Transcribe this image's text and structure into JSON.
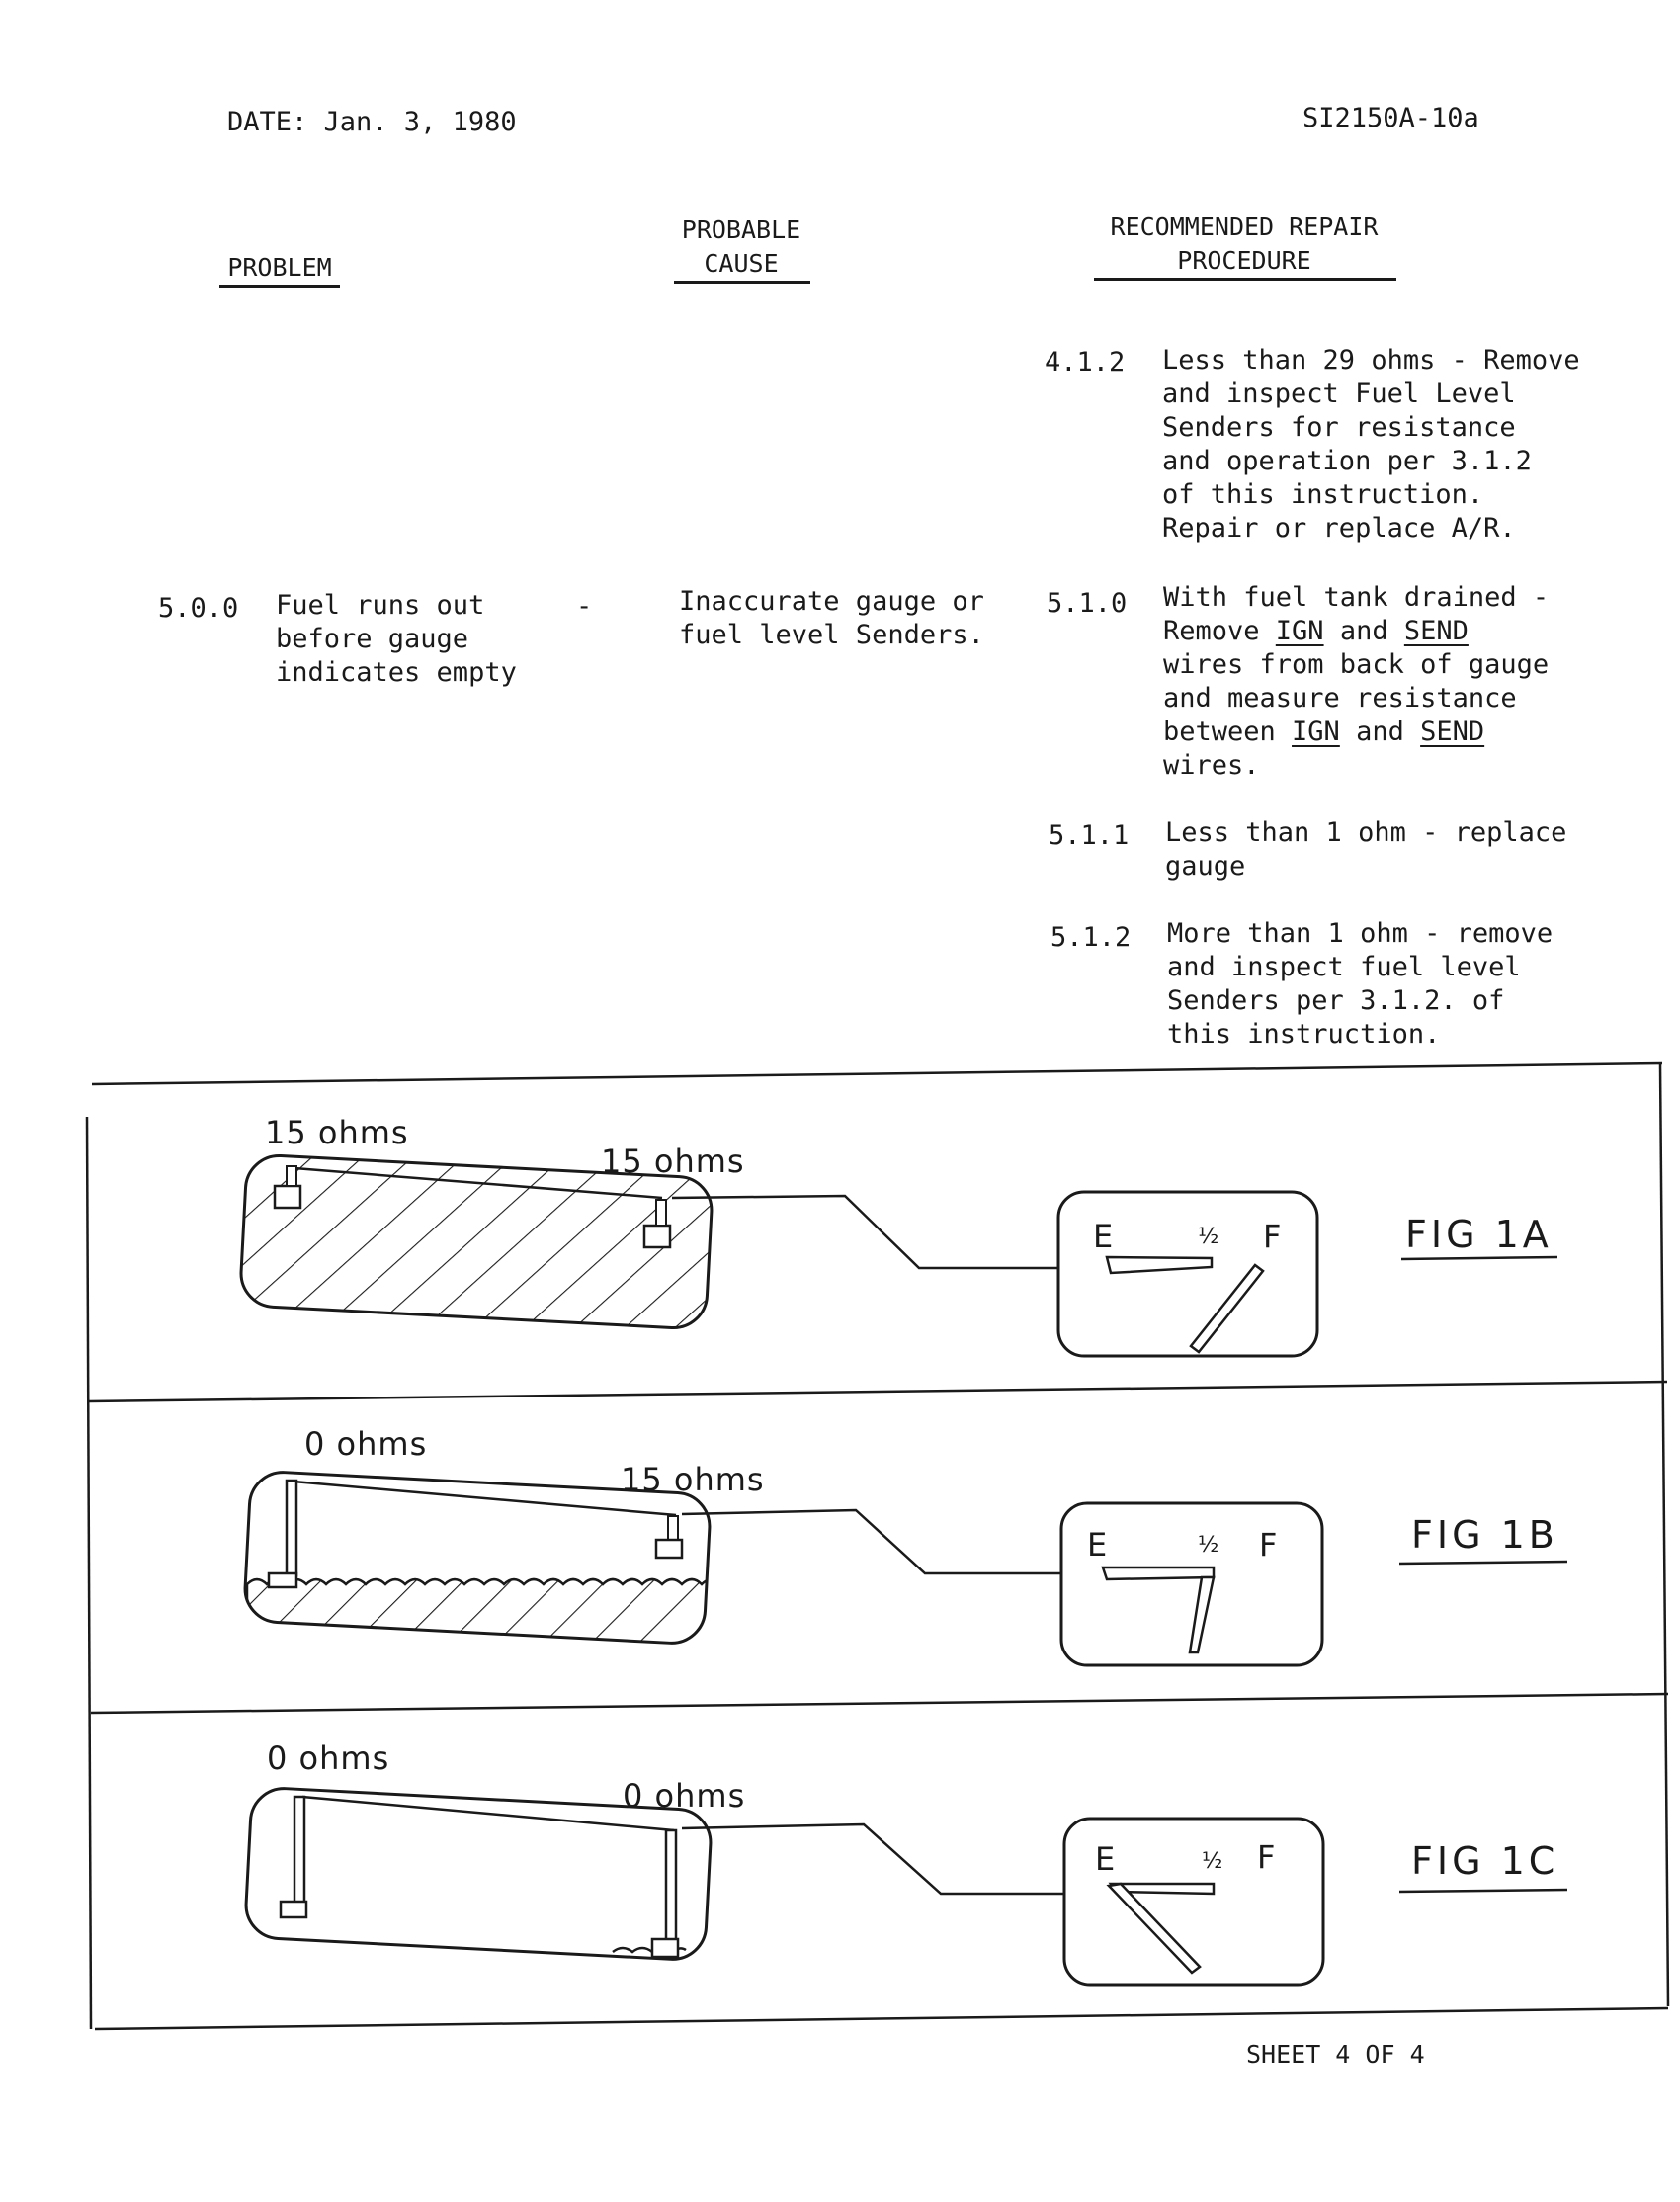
{
  "header": {
    "date": "DATE: Jan. 3, 1980",
    "doc_number": "SI2150A-10a"
  },
  "columns": {
    "problem": "PROBLEM",
    "cause_line1": "PROBABLE",
    "cause_line2": "CAUSE",
    "repair_line1": "RECOMMENDED REPAIR",
    "repair_line2": "PROCEDURE"
  },
  "steps": {
    "s412": {
      "number": "4.1.2",
      "lines": [
        "Less than 29 ohms - Remove",
        "and inspect Fuel Level",
        "Senders for resistance",
        "and operation per 3.1.2",
        "of this instruction.",
        "Repair or replace A/R."
      ]
    },
    "problem_500": {
      "number": "5.0.0",
      "lines": [
        "Fuel runs out",
        "before gauge",
        "indicates empty"
      ],
      "dash": "-",
      "cause_lines": [
        "Inaccurate gauge or",
        "fuel level Senders."
      ]
    },
    "s510": {
      "number": "5.1.0",
      "line1": "With fuel tank drained -",
      "line2_a": "Remove ",
      "line2_ign": "IGN",
      "line2_b": " and ",
      "line2_send": "SEND",
      "line3": "wires from back of gauge",
      "line4": "and measure resistance",
      "line5_a": "between ",
      "line5_ign": "IGN",
      "line5_b": " and ",
      "line5_send": "SEND",
      "line6": "wires."
    },
    "s511": {
      "number": "5.1.1",
      "lines": [
        "Less than 1 ohm - replace",
        "gauge"
      ]
    },
    "s512": {
      "number": "5.1.2",
      "lines": [
        "More than 1 ohm - remove",
        "and inspect fuel level",
        "Senders per 3.1.2. of",
        "this instruction."
      ]
    }
  },
  "figures": [
    {
      "label": "FIG 1A",
      "left_ohms": "15 ohms",
      "right_ohms": "15 ohms",
      "gauge_e": "E",
      "gauge_half": "½",
      "gauge_f": "F",
      "fuel_level": "full"
    },
    {
      "label": "FIG 1B",
      "left_ohms": "0 ohms",
      "right_ohms": "15 ohms",
      "gauge_e": "E",
      "gauge_half": "½",
      "gauge_f": "F",
      "fuel_level": "partial"
    },
    {
      "label": "FIG 1C",
      "left_ohms": "0 ohms",
      "right_ohms": "0 ohms",
      "gauge_e": "E",
      "gauge_half": "½",
      "gauge_f": "F",
      "fuel_level": "empty"
    }
  ],
  "footer": {
    "sheet": "SHEET 4 OF 4"
  }
}
